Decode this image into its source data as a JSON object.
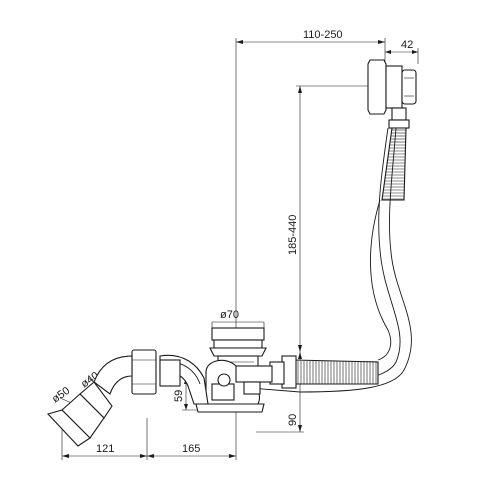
{
  "dimensions": {
    "overflow_reach": "110-250",
    "overflow_width": "42",
    "overflow_height": "185-440",
    "waste_diameter": "ø70",
    "outlet_diameter_40": "ø40",
    "outlet_diameter_50": "ø50",
    "outlet_offset": "121",
    "waste_to_outlet": "165",
    "trap_height": "59",
    "waste_height": "90"
  },
  "colors": {
    "line": "#1a1a1a",
    "background": "#ffffff"
  }
}
